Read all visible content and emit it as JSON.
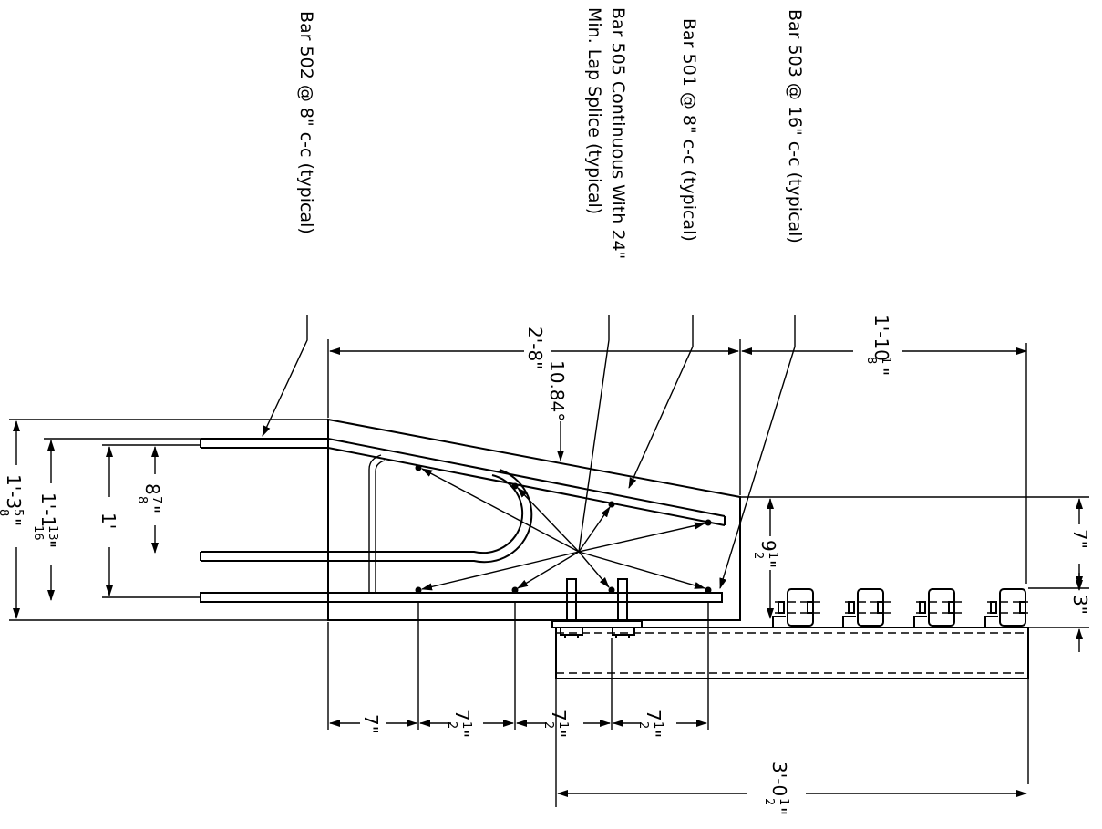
{
  "callouts": {
    "bar502": "Bar 502 @ 8\" c-c (typical)",
    "bar505_line1": "Bar 505 Continuous With 24\"",
    "bar505_line2": "Min. Lap Splice (typical)",
    "bar501": "Bar 501 @ 8\" c-c (typical)",
    "bar503": "Bar 503 @ 16\" c-c (typical)"
  },
  "dimensions": {
    "top_left_whole": "2'-8\"",
    "top_right_main": "1'-10",
    "top_right_frac": "1",
    "top_right_den": "8",
    "top_right_unit": "\"",
    "slope": "10.84°",
    "left_outer_main": "1'-3",
    "left_outer_num": "5",
    "left_outer_den": "8",
    "left_outer_unit": "\"",
    "left_mid_main": "1'-1",
    "left_mid_num": "13",
    "left_mid_den": "16",
    "left_mid_unit": "\"",
    "left_inner": "1'",
    "left_small_main": "8",
    "left_small_num": "7",
    "left_small_den": "8",
    "left_small_unit": "\"",
    "right_seven": "7\"",
    "right_three": "3\"",
    "mid_main": "9",
    "mid_num": "1",
    "mid_den": "2",
    "mid_unit": "\"",
    "bottom_seven": "7\"",
    "bottom_a_main": "7",
    "bottom_a_num": "1",
    "bottom_a_den": "2",
    "bottom_a_unit": "\"",
    "bottom_b_main": "7",
    "bottom_b_num": "1",
    "bottom_b_den": "2",
    "bottom_b_unit": "\"",
    "bottom_c_main": "7",
    "bottom_c_num": "1",
    "bottom_c_den": "2",
    "bottom_c_unit": "\"",
    "bottom_total_main": "3'-0",
    "bottom_total_num": "1",
    "bottom_total_den": "2",
    "bottom_total_unit": "\""
  }
}
